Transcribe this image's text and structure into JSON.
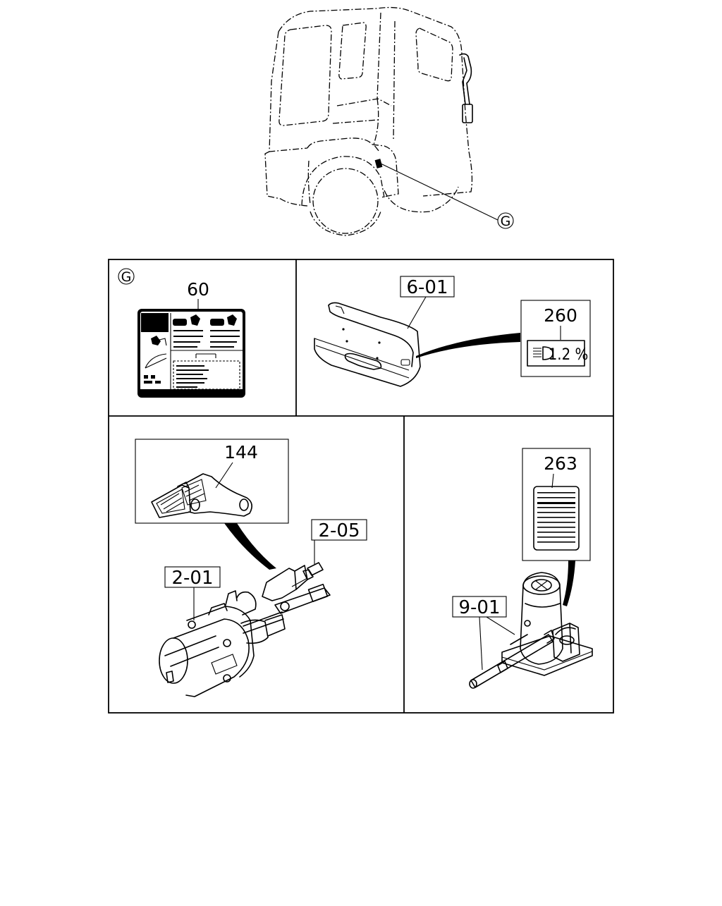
{
  "callout_g": "G",
  "panels": {
    "label_60": {
      "ref": "60",
      "title": "G"
    },
    "bumper": {
      "ref_box": "6-01",
      "label_ref": "260",
      "aim_value": "1.2 %"
    },
    "bracket": {
      "ref_box_144": "144",
      "ref_box_205": "2-05",
      "ref_box_201": "2-01"
    },
    "jack": {
      "label_ref": "263",
      "ref_box": "9-01"
    }
  }
}
